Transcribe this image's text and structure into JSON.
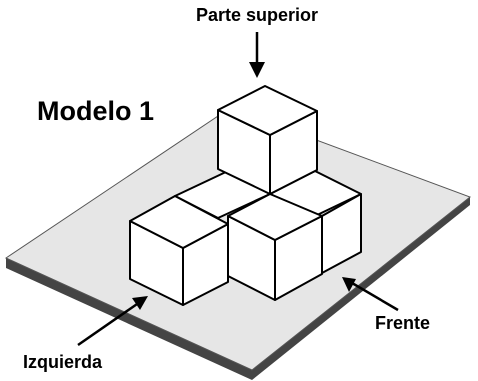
{
  "title": "Modelo 1",
  "labels": {
    "top": "Parte superior",
    "left": "Izquierda",
    "front": "Frente"
  },
  "colors": {
    "platform_top": "#e6e6e6",
    "platform_edge": "#444444",
    "cube_face": "#ffffff",
    "outline": "#000000"
  }
}
